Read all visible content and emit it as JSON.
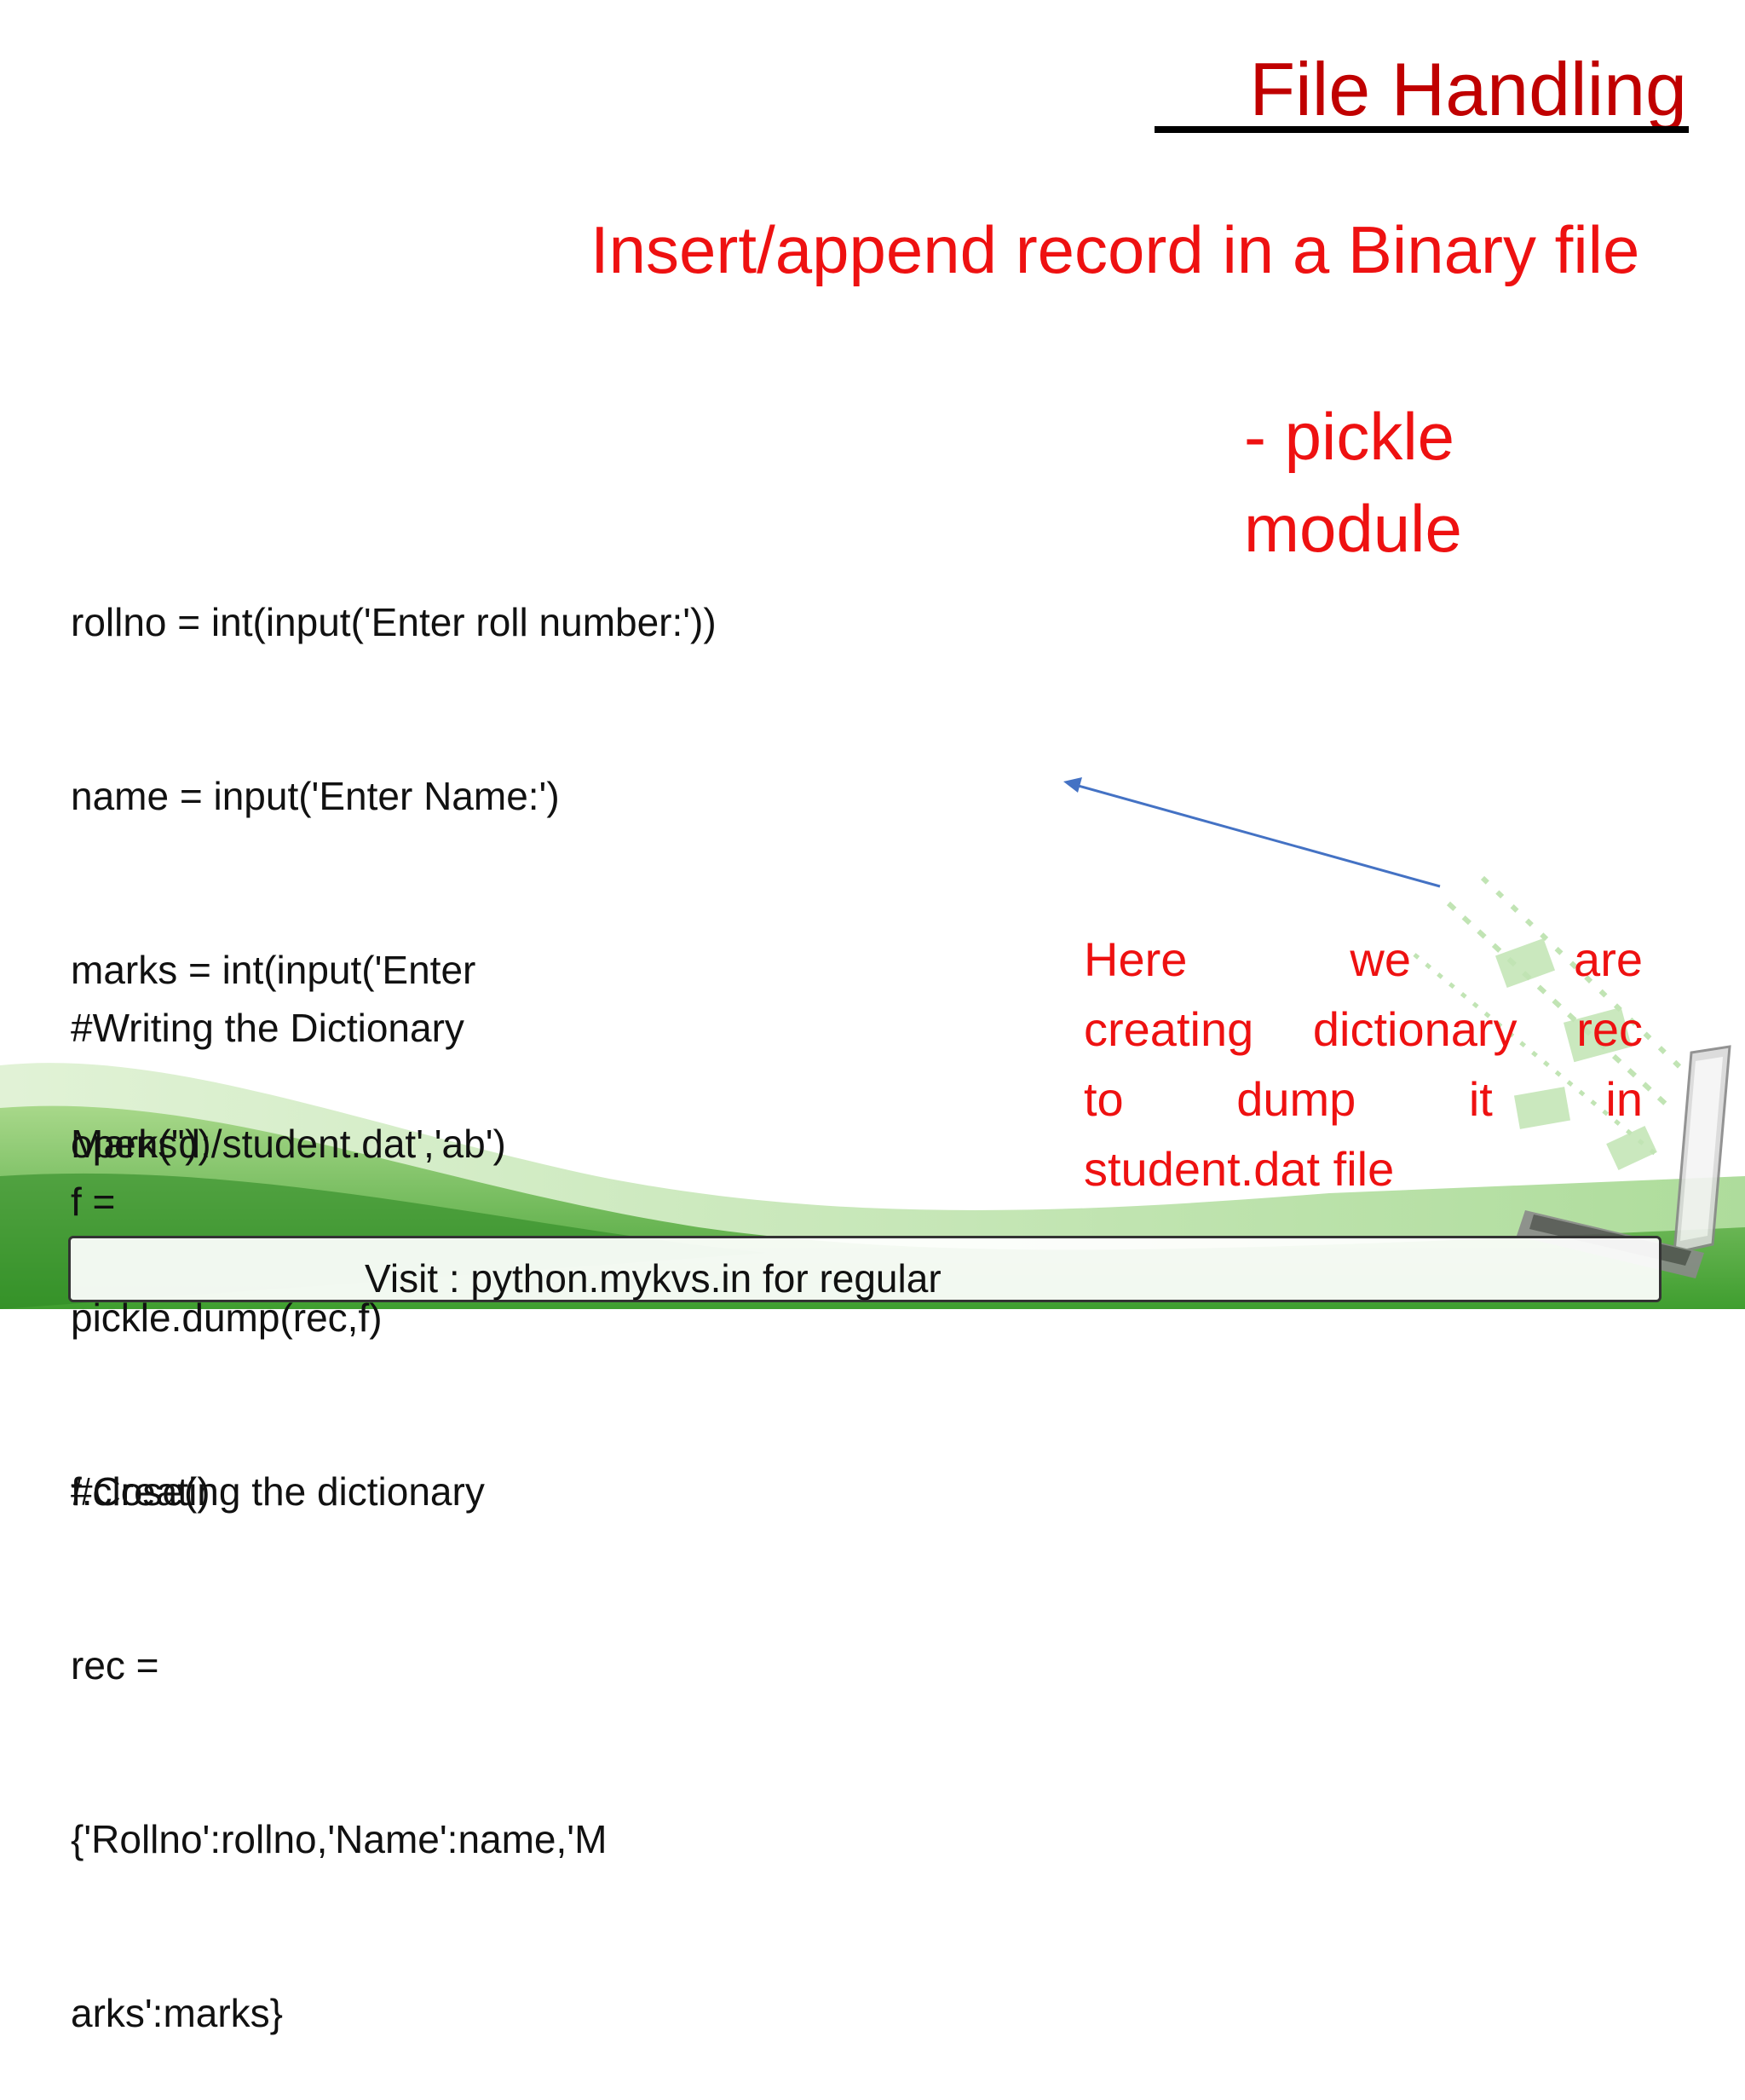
{
  "slide": {
    "title": "File Handling",
    "subtitle": "Insert/append record in a Binary file",
    "module_note": {
      "lines": [
        "- pickle",
        "module"
      ]
    },
    "code_top": [
      "rollno = int(input('Enter roll number:'))",
      "name = input('Enter Name:')",
      "marks = int(input('Enter",
      "Marks'))",
      "",
      "#Creating the dictionary",
      "rec =",
      "{'Rollno':rollno,'Name':name,'M",
      "arks':marks}"
    ],
    "code_overlap": [
      "#Writing the Dictionary",
      "f ="
    ],
    "code_bottom": [
      "open('d:/student.dat','ab')",
      "pickle.dump(rec,f)",
      "f.close()"
    ],
    "annotation": {
      "lines": [
        [
          "Here",
          "we",
          "are"
        ],
        [
          "creating",
          "dictionary",
          "rec"
        ],
        [
          "to",
          "dump",
          "it",
          "in"
        ],
        [
          "student.dat file"
        ]
      ]
    },
    "footer_text": "Visit : python.mykvs.in for regular",
    "colors": {
      "title": "#c00000",
      "accent_red": "#ee1111",
      "arrow": "#4472c4",
      "wave_green": "#6cc04a"
    }
  }
}
